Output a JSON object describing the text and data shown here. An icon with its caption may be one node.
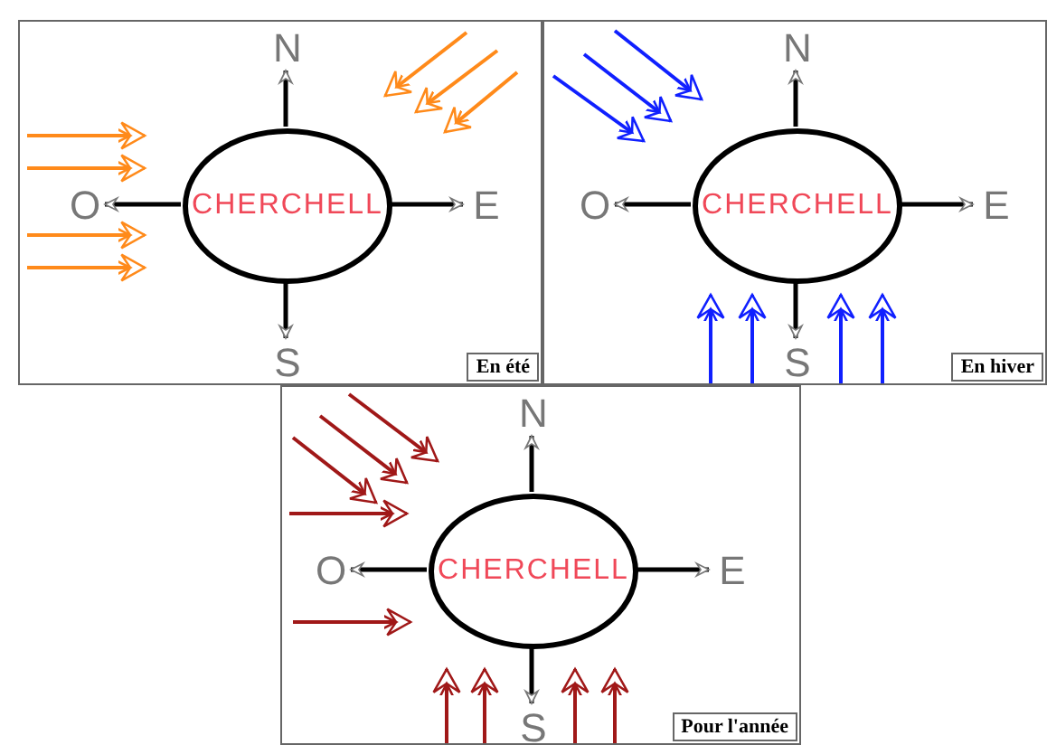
{
  "diagram": {
    "nodes": [
      {
        "text": [],
        "shape": "box"
      },
      {
        "text": [
          "N"
        ],
        "in": 0
      },
      {
        "text": [
          "O"
        ],
        "in": 0
      },
      {
        "text": [
          "CHERCHELL"
        ],
        "in": 0
      },
      {
        "text": [
          "E"
        ],
        "in": 0
      },
      {
        "text": [
          "S"
        ],
        "in": 0
      },
      {
        "text": [
          "En été"
        ],
        "in": 0
      },
      {
        "text": [],
        "shape": "box"
      },
      {
        "text": [
          "N"
        ],
        "in": 7
      },
      {
        "text": [
          "O"
        ],
        "in": 7
      },
      {
        "text": [
          "CHERCHELL"
        ],
        "in": 7
      },
      {
        "text": [
          "E"
        ],
        "in": 7
      },
      {
        "text": [
          "S"
        ],
        "in": 7
      },
      {
        "text": [
          "En hiver"
        ],
        "in": 7
      },
      {
        "text": [],
        "shape": "box"
      },
      {
        "text": [
          "N"
        ],
        "in": 14
      },
      {
        "text": [
          "O"
        ],
        "in": 14
      },
      {
        "text": [
          "CHERCHELL"
        ],
        "in": 14
      },
      {
        "text": [
          "E"
        ],
        "in": 14
      },
      {
        "text": [
          "S"
        ],
        "in": 14
      },
      {
        "text": [
          "Pour l'année"
        ],
        "in": 14
      }
    ],
    "edges": [
      {
        "from": 3,
        "to": 1,
        "arrow": "to"
      },
      {
        "from": 3,
        "to": 2,
        "arrow": "to"
      },
      {
        "from": 3,
        "to": 4,
        "arrow": "to"
      },
      {
        "from": 3,
        "to": 5,
        "arrow": "to"
      },
      {
        "from": 10,
        "to": 8,
        "arrow": "to"
      },
      {
        "from": 10,
        "to": 9,
        "arrow": "to"
      },
      {
        "from": 10,
        "to": 11,
        "arrow": "to"
      },
      {
        "from": 10,
        "to": 12,
        "arrow": "to"
      },
      {
        "from": 17,
        "to": 15,
        "arrow": "to"
      },
      {
        "from": 17,
        "to": 16,
        "arrow": "to"
      },
      {
        "from": 17,
        "to": 18,
        "arrow": "to"
      },
      {
        "from": 17,
        "to": 19,
        "arrow": "to"
      },
      {
        "from": null,
        "to": 3,
        "arrow": "to",
        "color": "#ff8a1a"
      },
      {
        "from": null,
        "to": 3,
        "arrow": "to",
        "color": "#ff8a1a"
      },
      {
        "from": null,
        "to": 3,
        "arrow": "to",
        "color": "#ff8a1a"
      },
      {
        "from": null,
        "to": 3,
        "arrow": "to",
        "color": "#ff8a1a"
      },
      {
        "from": null,
        "to": 3,
        "arrow": "to",
        "color": "#ff8a1a"
      },
      {
        "from": null,
        "to": 3,
        "arrow": "to",
        "color": "#ff8a1a"
      },
      {
        "from": null,
        "to": 3,
        "arrow": "to",
        "color": "#ff8a1a"
      },
      {
        "from": null,
        "to": 10,
        "arrow": "to",
        "color": "#1020ff"
      },
      {
        "from": null,
        "to": 10,
        "arrow": "to",
        "color": "#1020ff"
      },
      {
        "from": null,
        "to": 10,
        "arrow": "to",
        "color": "#1020ff"
      },
      {
        "from": null,
        "to": 10,
        "arrow": "to",
        "color": "#1020ff"
      },
      {
        "from": null,
        "to": 10,
        "arrow": "to",
        "color": "#1020ff"
      },
      {
        "from": null,
        "to": 10,
        "arrow": "to",
        "color": "#1020ff"
      },
      {
        "from": null,
        "to": 10,
        "arrow": "to",
        "color": "#1020ff"
      },
      {
        "from": null,
        "to": 17,
        "arrow": "to",
        "color": "#a01818"
      },
      {
        "from": null,
        "to": 17,
        "arrow": "to",
        "color": "#a01818"
      },
      {
        "from": null,
        "to": 17,
        "arrow": "to",
        "color": "#a01818"
      },
      {
        "from": null,
        "to": 17,
        "arrow": "to",
        "color": "#a01818"
      },
      {
        "from": null,
        "to": 17,
        "arrow": "to",
        "color": "#a01818"
      },
      {
        "from": null,
        "to": 17,
        "arrow": "to",
        "color": "#a01818"
      },
      {
        "from": null,
        "to": 17,
        "arrow": "to",
        "color": "#a01818"
      },
      {
        "from": null,
        "to": 17,
        "arrow": "to",
        "color": "#a01818"
      },
      {
        "from": null,
        "to": 17,
        "arrow": "to",
        "color": "#a01818"
      }
    ]
  }
}
